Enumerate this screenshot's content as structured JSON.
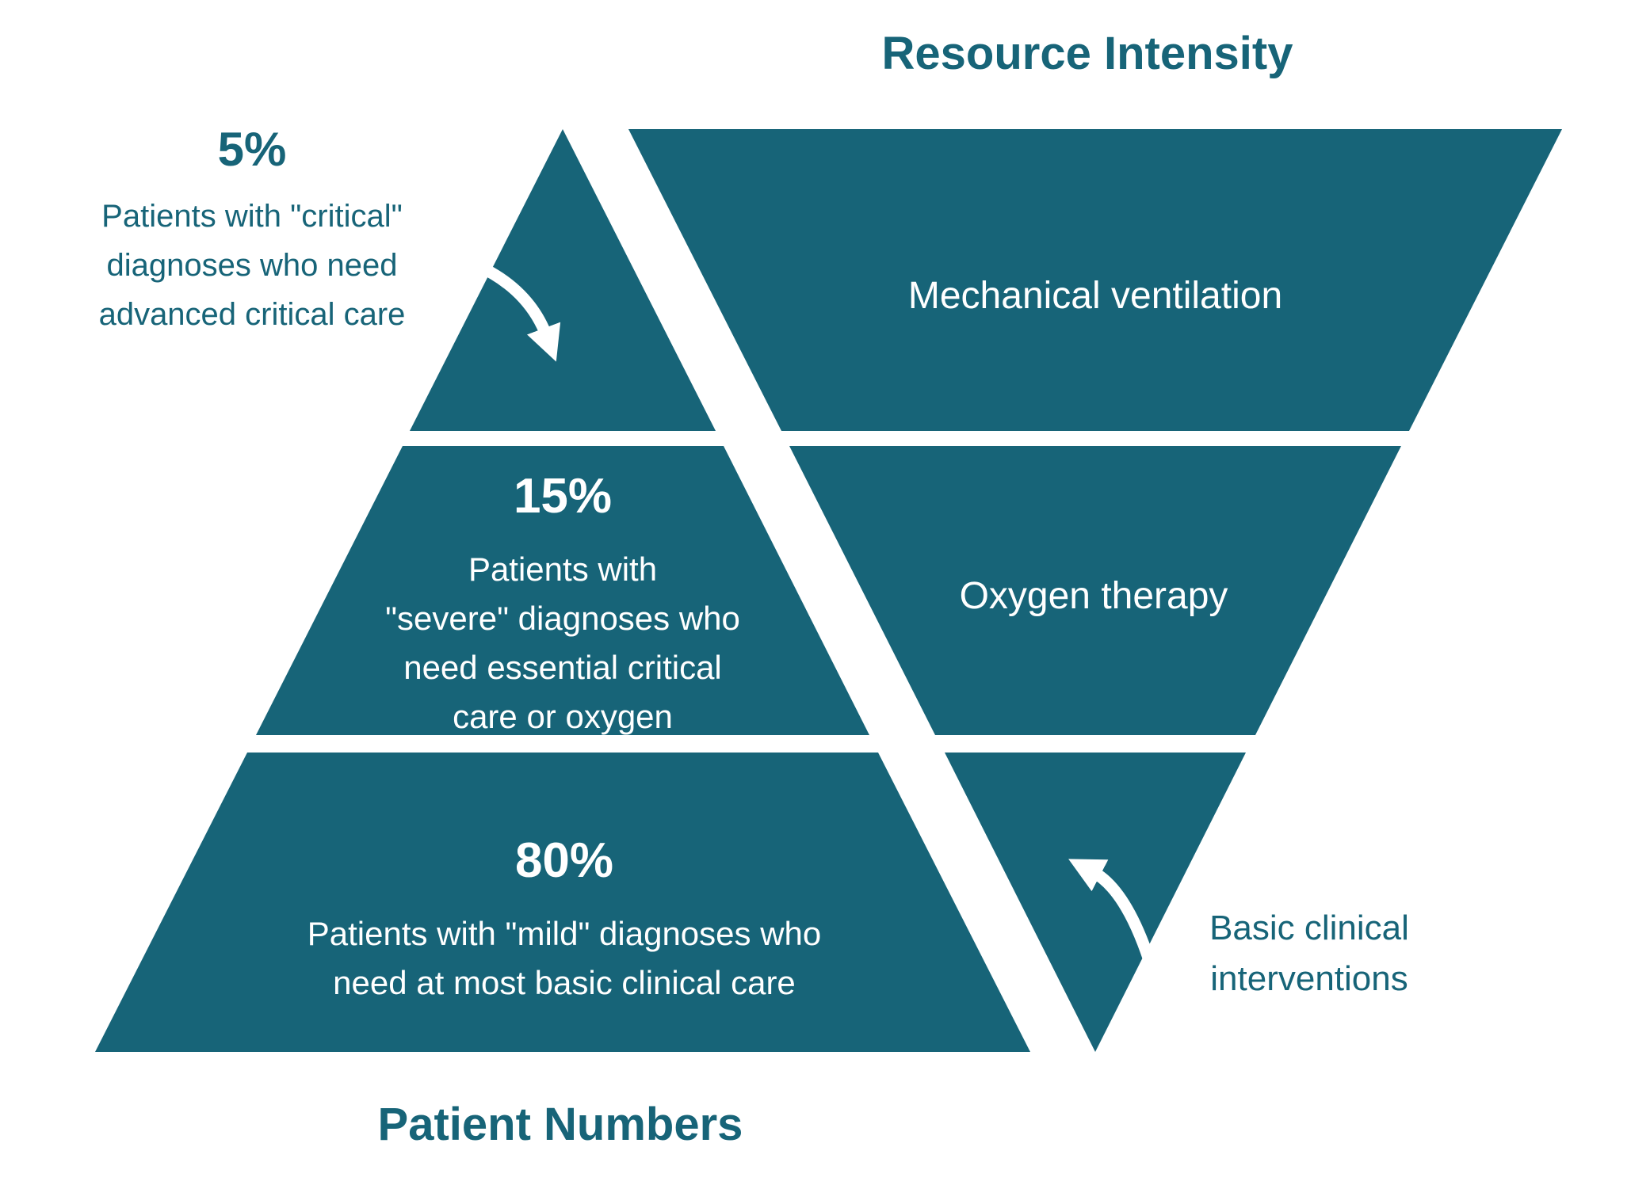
{
  "colors": {
    "teal": "#176478",
    "white": "#ffffff"
  },
  "axis_titles": {
    "resource_intensity": "Resource Intensity",
    "patient_numbers": "Patient Numbers"
  },
  "patient_pyramid": {
    "tiers": [
      {
        "percent": "5%",
        "description": "Patients with \"critical\"\ndiagnoses who need\nadvanced critical care"
      },
      {
        "percent": "15%",
        "description": "Patients with\n\"severe\" diagnoses who\nneed essential critical\ncare or oxygen"
      },
      {
        "percent": "80%",
        "description": "Patients with \"mild\" diagnoses who\nneed at most basic clinical care"
      }
    ]
  },
  "resource_triangle": {
    "tiers": [
      {
        "label": "Mechanical ventilation"
      },
      {
        "label": "Oxygen therapy"
      },
      {
        "label": "Basic clinical\ninterventions"
      }
    ]
  }
}
